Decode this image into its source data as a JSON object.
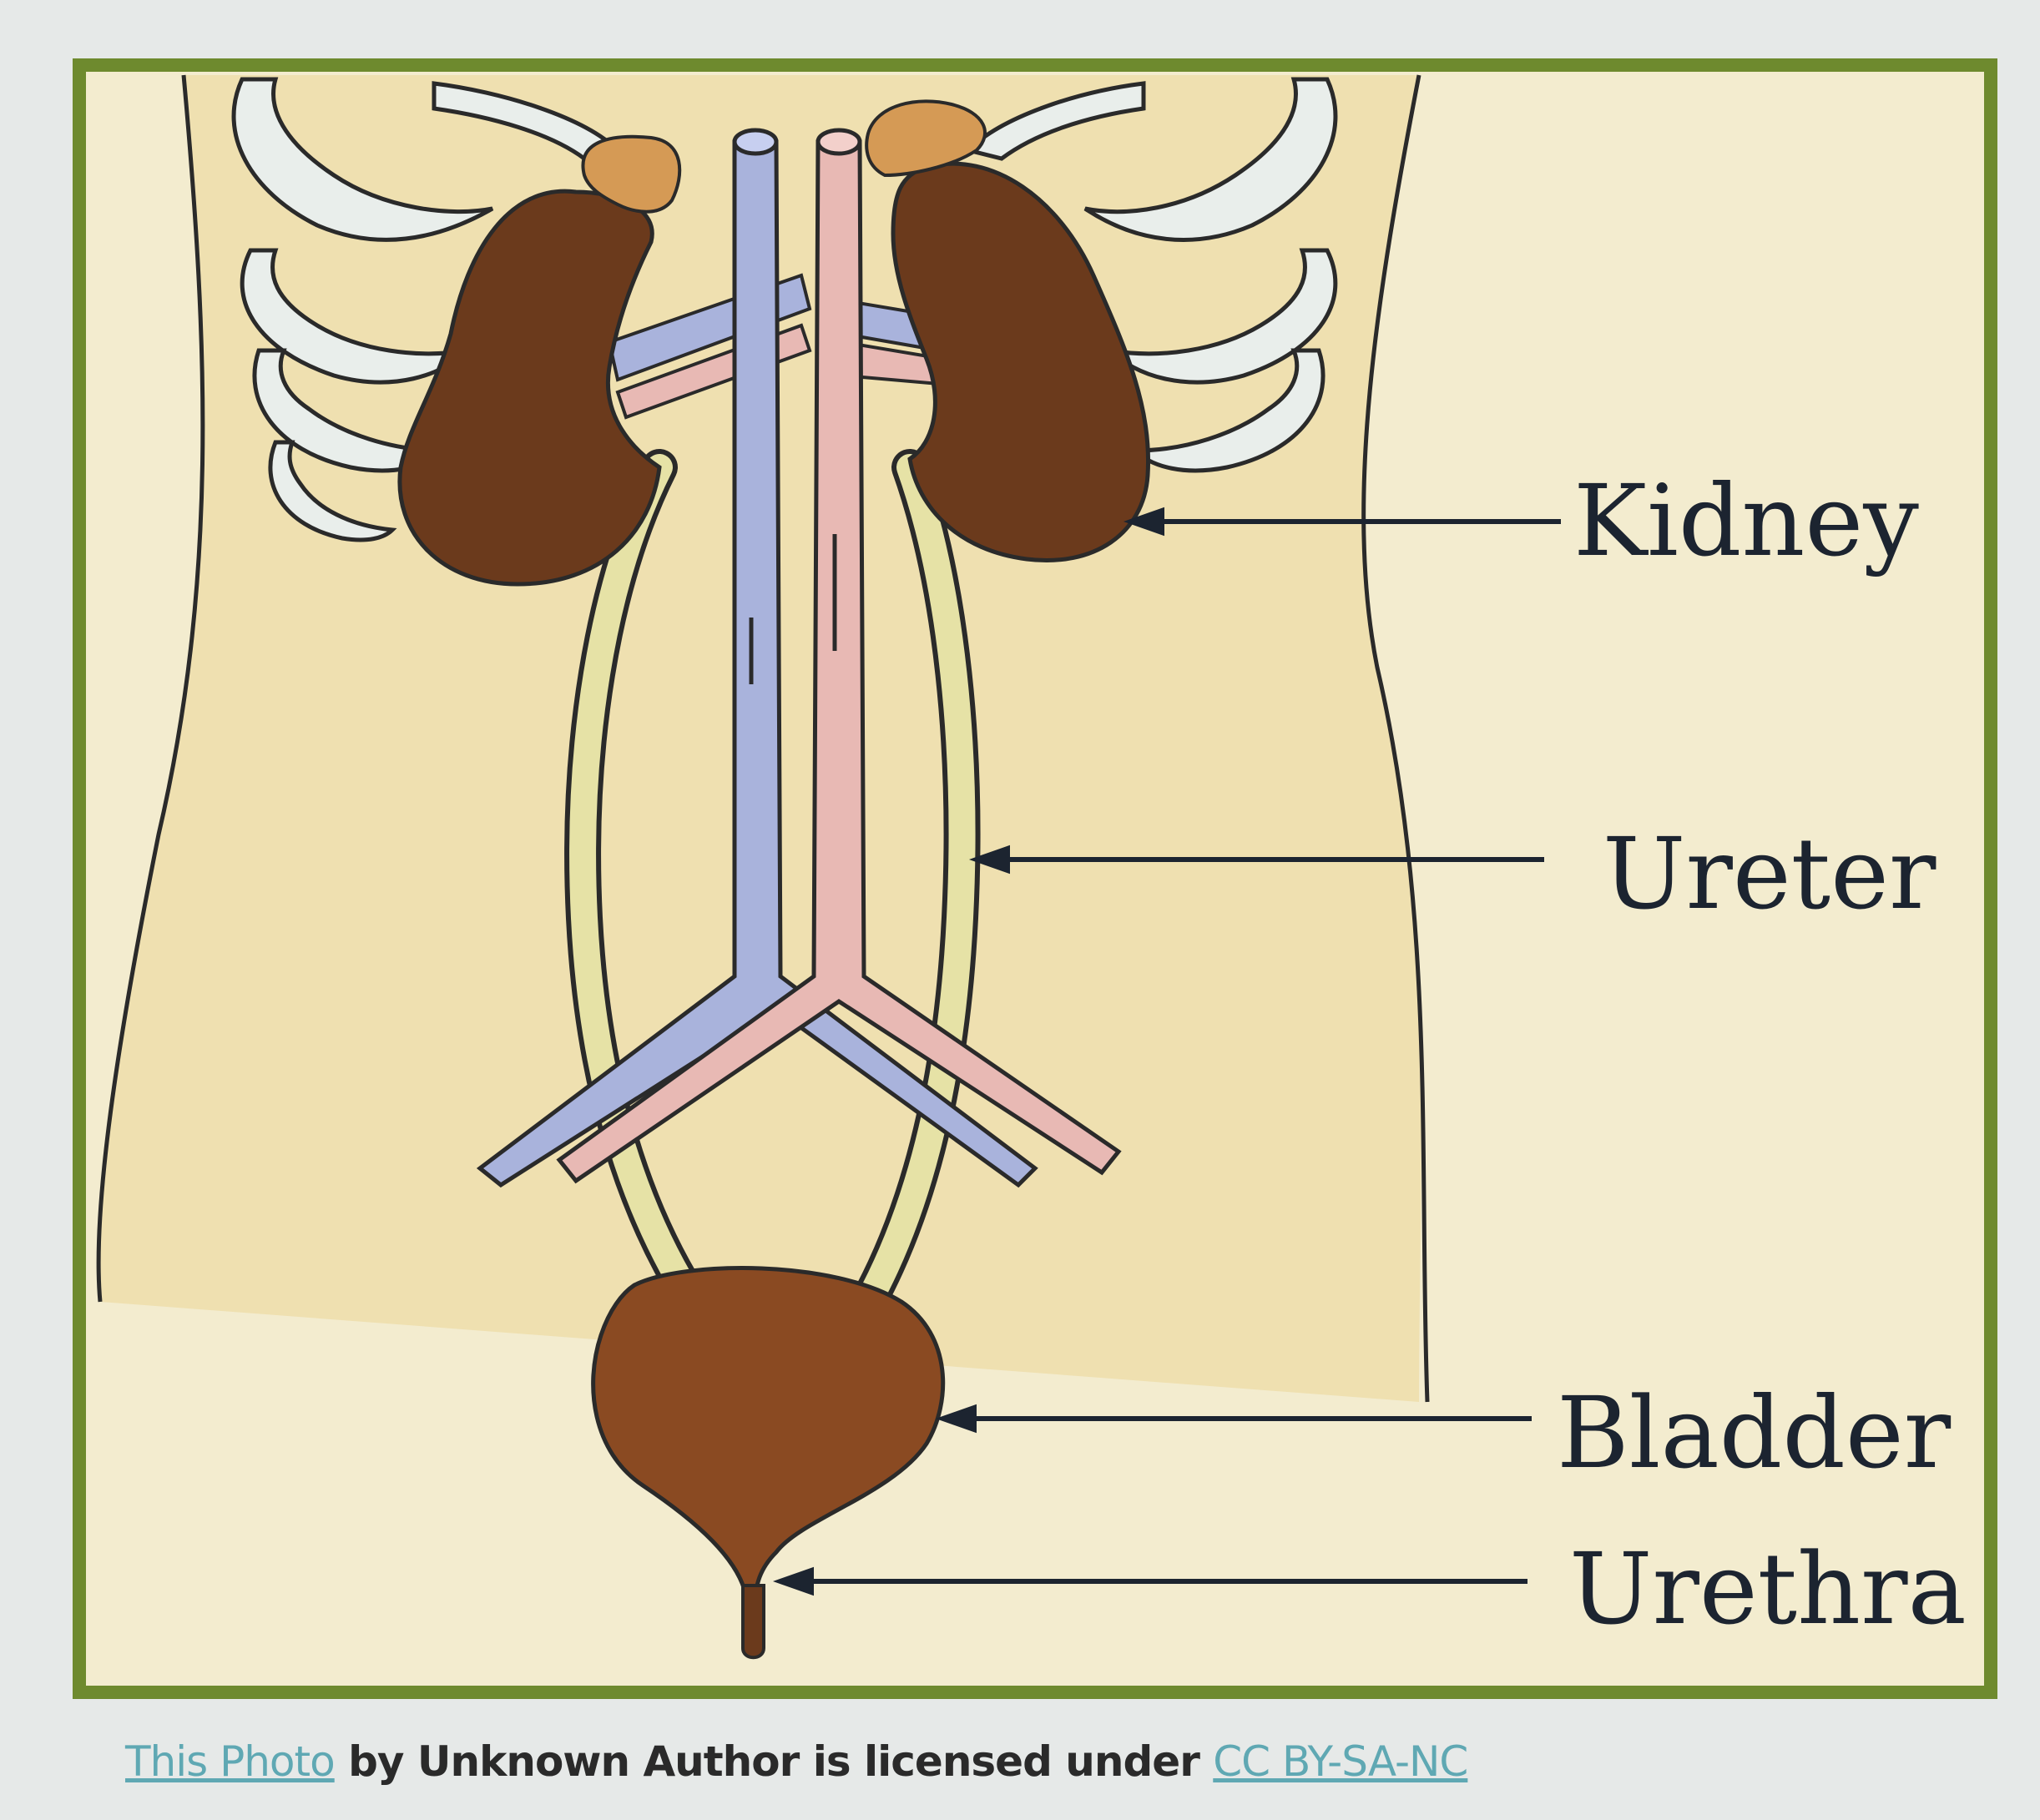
{
  "labels": {
    "kidney": "Kidney",
    "ureter": "Ureter",
    "bladder": "Bladder",
    "urethra": "Urethra"
  },
  "attribution": {
    "link_photo": "This Photo",
    "middle": " by Unknown Author is licensed under ",
    "link_license": "CC BY-SA-NC"
  },
  "colors": {
    "frame": "#6e8a2e",
    "body": "#efe3b8",
    "organ": "#6b3a1c",
    "bladder": "#8a4a22",
    "vein": "#a9b3dc",
    "artery": "#e8b9b4",
    "ureter": "#e6e2a6",
    "adrenal": "#d59a55",
    "rib": "#e9eeeb"
  }
}
